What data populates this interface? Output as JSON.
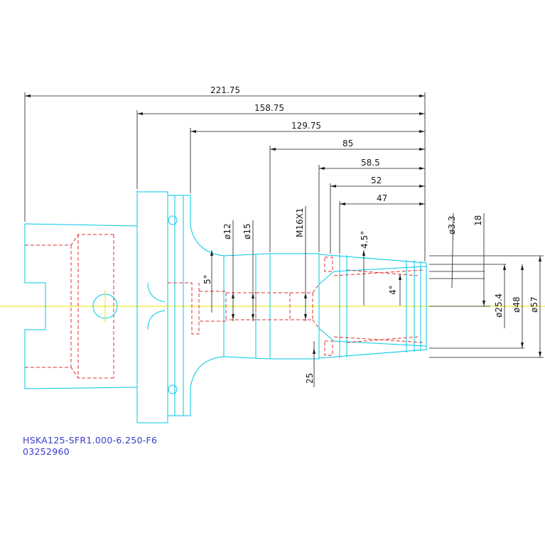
{
  "dimensions": {
    "overall_length": "221.75",
    "flange_length": "158.75",
    "shank_length": "129.75",
    "body_length": "85",
    "nose_length_a": "58.5",
    "nose_length_b": "52",
    "nose_length_c": "47",
    "bore_dia_1": "ø12",
    "bore_dia_2": "ø15",
    "thread": "M16X1",
    "relief_dia": "ø3.3",
    "depth": "18",
    "taper_angle_body": "5°",
    "taper_angle_nut": "4.5°",
    "taper_angle_collet": "4°",
    "collet_length": "25",
    "capacity_dia": "ø25.4",
    "nut_dia_inner": "ø48",
    "nut_dia_outer": "ø57"
  },
  "title_block": {
    "part_number": "HSKA125-SFR1.000-6.250-F6",
    "order_number": "03252960"
  },
  "colors": {
    "outline": "#00c8e6",
    "hidden": "#e03030",
    "centerline": "#e6e600",
    "dimension": "#1a1a1a",
    "title": "#3a3ad0"
  }
}
